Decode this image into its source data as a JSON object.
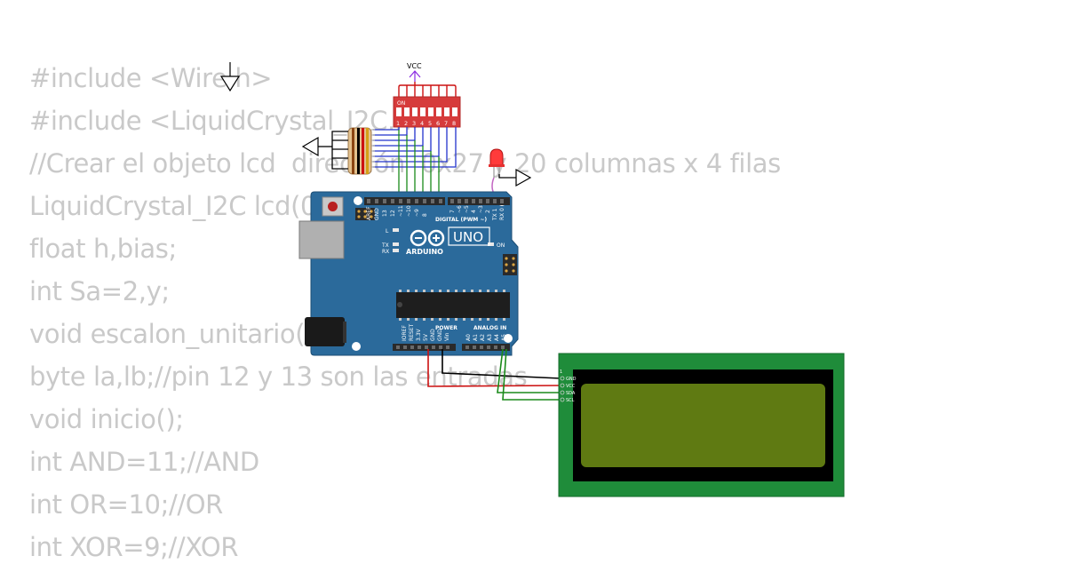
{
  "code_lines": [
    "#include <Wire.h>",
    "#include <LiquidCrystal_I2C.h>",
    "//Crear el objeto lcd  dirección  0x27 y 20 columnas x 4 filas",
    "LiquidCrystal_I2C lcd(0x27,20,4);",
    "float h,bias;",
    "int Sa=2,y;",
    "void escalon_unitario();",
    "byte la,lb;//pin 12 y 13 son las entradas",
    "void inicio();",
    "int AND=11;//AND",
    "int OR=10;//OR",
    "int XOR=9;//XOR"
  ],
  "vcc_label": "VCC",
  "dip_switch": {
    "on_label": "ON",
    "numbers": [
      "1",
      "2",
      "3",
      "4",
      "5",
      "6",
      "7",
      "8"
    ]
  },
  "arduino": {
    "model": "UNO",
    "brand": "ARDUINO",
    "digital_label": "DIGITAL (PWM ~)",
    "power_label": "POWER",
    "analog_label": "ANALOG IN",
    "aref": "AREF",
    "gnd": "GND",
    "top_pins": [
      "13",
      "12",
      "~11",
      "~10",
      "~9",
      "8"
    ],
    "top_pins_right": [
      "7",
      "~6",
      "~5",
      "4",
      "~3",
      "2",
      "TX 1",
      "RX 0"
    ],
    "power_pins": [
      "IOREF",
      "RESET",
      "3.3V",
      "5V",
      "GND",
      "GND",
      "Vin"
    ],
    "analog_pins": [
      "A0",
      "A1",
      "A2",
      "A3",
      "A4",
      "A5"
    ],
    "led_l": "L",
    "led_tx": "TX",
    "led_rx": "RX",
    "led_on": "ON"
  },
  "lcd": {
    "pin1": "1",
    "pins": [
      "GND",
      "VCC",
      "SDA",
      "SCL"
    ]
  },
  "colors": {
    "code_text": "#c9c9c9",
    "arduino_board": "#2b6a9b",
    "dip_switch": "#d63b3b",
    "lcd_pcb": "#1f8c3a",
    "lcd_screen": "#5f7a12",
    "wire_blue": "#2233cc",
    "wire_green": "#1a8a1a",
    "wire_red": "#cc1111",
    "wire_black": "#000000"
  }
}
